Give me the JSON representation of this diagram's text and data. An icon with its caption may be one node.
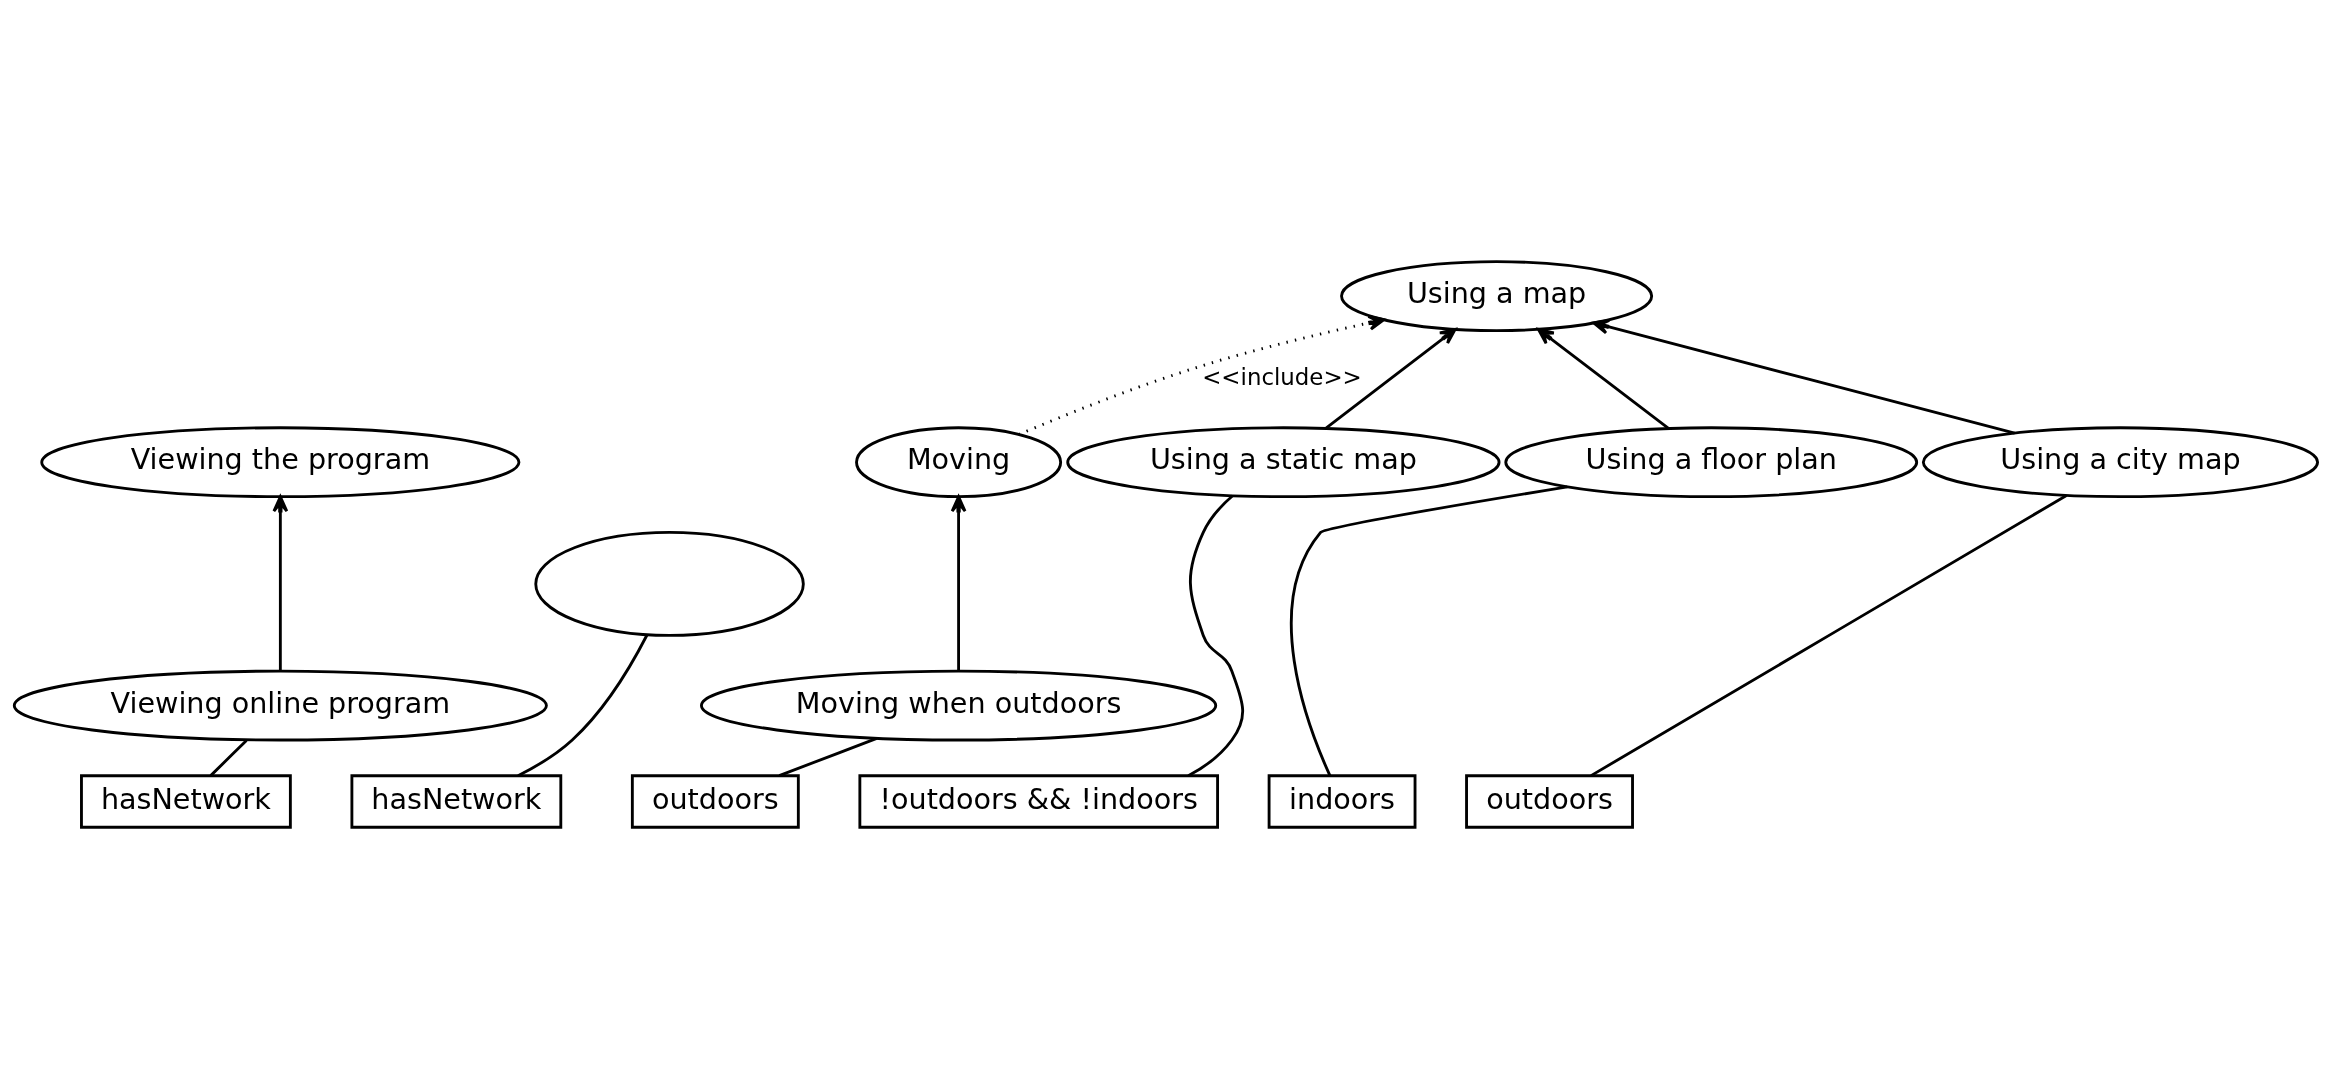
{
  "diagram": {
    "nodes": [
      {
        "text": [
          "Viewing the program"
        ]
      },
      {
        "text": [
          "Viewing online program"
        ]
      },
      {
        "text": [
          "hasNetwork"
        ]
      },
      {
        "text": [],
        "shape": "ellipse"
      },
      {
        "text": [
          "hasNetwork"
        ]
      },
      {
        "text": [
          "Using a map"
        ]
      },
      {
        "text": [
          "Moving"
        ]
      },
      {
        "text": [
          "Using a static map"
        ]
      },
      {
        "text": [
          "Using a floor plan"
        ]
      },
      {
        "text": [
          "Using a city map"
        ]
      },
      {
        "text": [
          "Moving when outdoors"
        ]
      },
      {
        "text": [
          "!outdoors && !indoors"
        ]
      },
      {
        "text": [
          "indoors"
        ]
      },
      {
        "text": [
          "outdoors"
        ]
      },
      {
        "text": [
          "outdoors"
        ]
      }
    ],
    "edges": [
      {
        "from": 1,
        "to": 0,
        "arrow": "to"
      },
      {
        "from": 1,
        "to": 2,
        "arrow": "none"
      },
      {
        "from": 3,
        "to": 4,
        "arrow": "none"
      },
      {
        "from": 6,
        "to": 5,
        "arrow": "to",
        "label": "<<include>>",
        "style": "dashed"
      },
      {
        "from": 7,
        "to": 5,
        "arrow": "to"
      },
      {
        "from": 8,
        "to": 5,
        "arrow": "to"
      },
      {
        "from": 9,
        "to": 5,
        "arrow": "to"
      },
      {
        "from": 10,
        "to": 6,
        "arrow": "to"
      },
      {
        "from": 7,
        "to": 11,
        "arrow": "none"
      },
      {
        "from": 8,
        "to": 12,
        "arrow": "none"
      },
      {
        "from": 9,
        "to": 13,
        "arrow": "none"
      },
      {
        "from": 10,
        "to": 14,
        "arrow": "none"
      }
    ]
  }
}
